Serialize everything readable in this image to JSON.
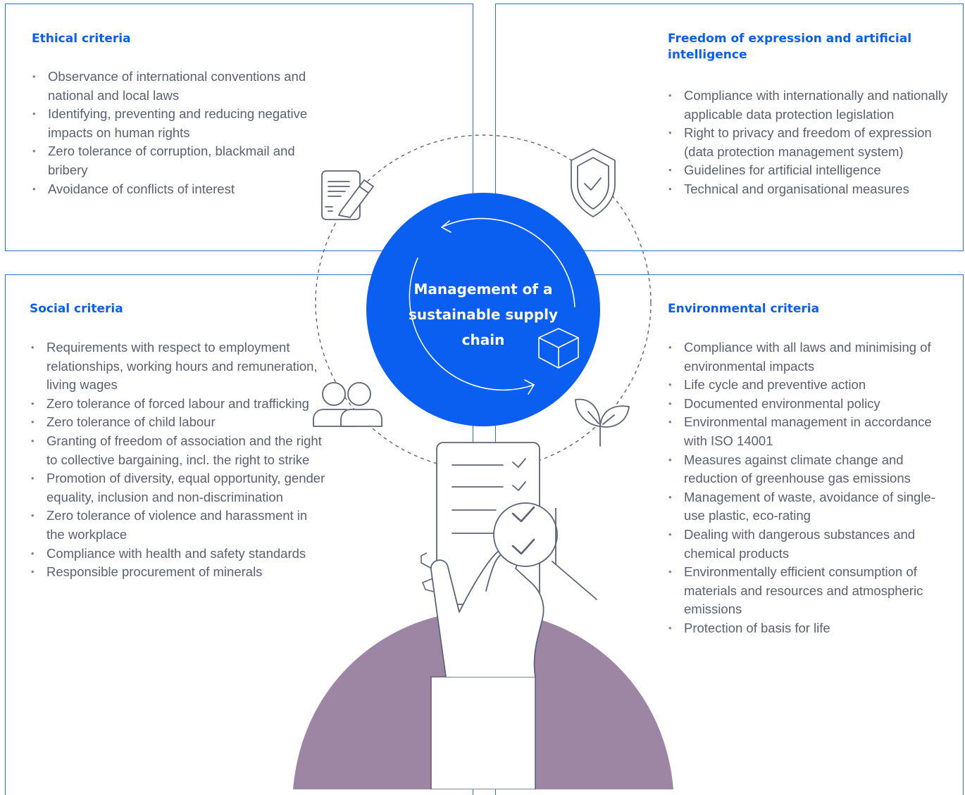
{
  "ethical": {
    "title": "Ethical criteria",
    "items": [
      "Observance of international conventions and national and local laws",
      "Identifying, preventing and reducing negative impacts on human rights",
      "Zero tolerance of corruption, blackmail and bribery",
      "Avoidance of conflicts of interest"
    ]
  },
  "freedom": {
    "title": "Freedom of expression and artificial intelligence",
    "items": [
      "Compliance with internationally and nationally applicable data protection legislation",
      "Right to privacy and freedom of expression (data protection management system)",
      "Guidelines for artificial intelligence",
      "Technical and organisational measures"
    ]
  },
  "social": {
    "title": "Social criteria",
    "items": [
      "Requirements with respect to employment relationships, working hours and remuneration, living wages",
      "Zero tolerance of forced labour and trafficking",
      "Zero tolerance of child labour",
      "Granting of freedom of association and the right to collective bargaining, incl. the right to strike",
      "Promotion of diversity, equal opportunity, gender equality, inclusion and non-discrimination",
      "Zero tolerance of violence and harassment in the workplace",
      "Compliance with health and safety standards",
      "Responsible procurement of minerals"
    ]
  },
  "environmental": {
    "title": "Environmental criteria",
    "items": [
      "Compliance with all laws and minimising of environmental impacts",
      "Life cycle and preventive action",
      "Documented environmental policy",
      "Environmental management in accordance with ISO 14001",
      "Measures against climate change and reduction of greenhouse gas emissions",
      "Management of waste, avoidance of single-use plastic, eco-rating",
      "Dealing with dangerous substances and chemical products",
      "Environmentally efficient consumption of materials and resources and atmospheric emissions",
      "Protection of basis for life"
    ]
  },
  "center": {
    "title": "Management of a sustainable supply chain"
  },
  "colors": {
    "accent": "#0a5ff0",
    "panel_border": "#2f6fd0",
    "text": "#5b6072",
    "icon_stroke": "#5d6478",
    "person": "#9d86a4"
  }
}
